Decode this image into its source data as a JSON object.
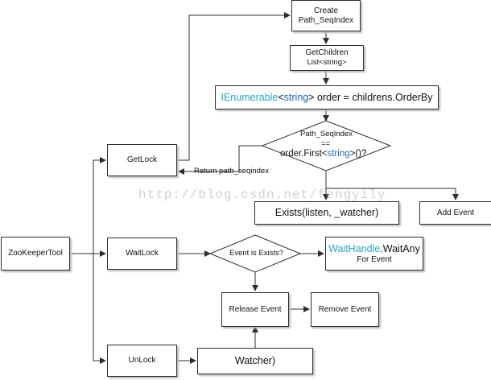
{
  "nodes": {
    "zookeepertool": "ZooKeeperTool",
    "getlock": "GetLock",
    "waitlock": "WaitLock",
    "unlock": "UnLock",
    "create_line1": "Create",
    "create_line2": "Path_SeqIndex",
    "getchildren_line1": "GetChildren",
    "getchildren_line2": "List<string>",
    "ienumerable_type": "IEnumerable",
    "ienumerable_lt": "<",
    "ienumerable_kw": "string",
    "ienumerable_rest": "> order = childrens.OrderBy",
    "decision_line1": "Path_SeqIndex",
    "decision_line2": "==",
    "decision_line3_a": "order.First<",
    "decision_line3_kw": "string",
    "decision_line3_b": ">()?",
    "exists": "Exists(listen, _watcher)",
    "add_event": "Add Event",
    "event_exists": "Event is Exists?",
    "waithandle_type": "WaitHandle",
    "waithandle_rest": ".WaitAny",
    "waithandle_line2": "For Event",
    "release_event": "Release Event",
    "remove_event": "Remove Event",
    "watcher": "Watcher)"
  },
  "labels": {
    "return_path": "Return path_seqindex"
  },
  "watermark": "http://blog.csdn.net/fengyily",
  "colors": {
    "line": "#2f2f2f",
    "keyword": "#1f63c9",
    "type": "#2aa7c6",
    "watermark": "#aaaaaa"
  }
}
